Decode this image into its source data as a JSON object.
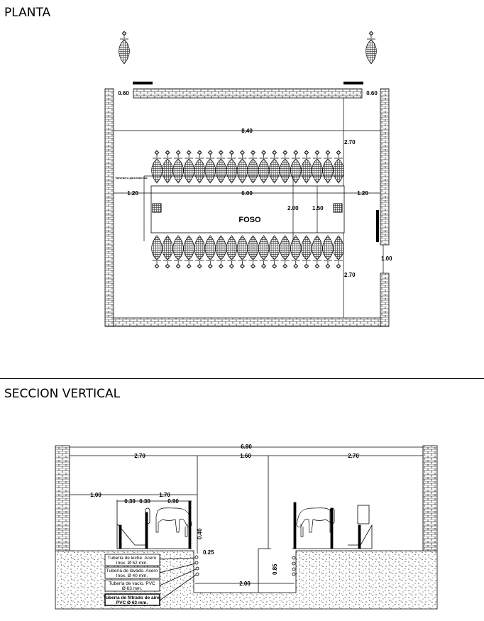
{
  "plan": {
    "title": "PLANTA",
    "pit_label": "FOSO",
    "note": "Volvedero para tuberías",
    "dims": {
      "door_left": "0.60",
      "door_right": "0.60",
      "width": "8.40",
      "top_depth": "2.70",
      "bottom_depth": "2.70",
      "side_left": "1.20",
      "side_right": "1.20",
      "pit_length": "6.00",
      "pit_width_a": "2.00",
      "pit_width_b": "1.50",
      "door_side": "1.00"
    },
    "cows_per_row": 18
  },
  "section": {
    "title": "SECCION VERTICAL",
    "dims": {
      "total": "6.90",
      "left": "2.70",
      "center": "1.60",
      "right": "2.70",
      "wall_offset": "1.00",
      "stall": "1.70",
      "a": "0.30",
      "b": "0.30",
      "c": "0.90",
      "height": "0.40",
      "step": "0.25",
      "pit_depth": "0.85",
      "pit_width": "2.00"
    },
    "pipes": [
      {
        "line1": "Tubería de leche. Acero",
        "line2": "Inox. Ø 52 mm."
      },
      {
        "line1": "Tubería de lavado. Acero",
        "line2": "Inox. Ø 40 mm."
      },
      {
        "line1": "Tubería de vacío. PVC",
        "line2": "Ø 63 mm."
      },
      {
        "line1": "Tubería de filtrado de aire.",
        "line2": "PVC Ø 63 mm."
      }
    ]
  }
}
